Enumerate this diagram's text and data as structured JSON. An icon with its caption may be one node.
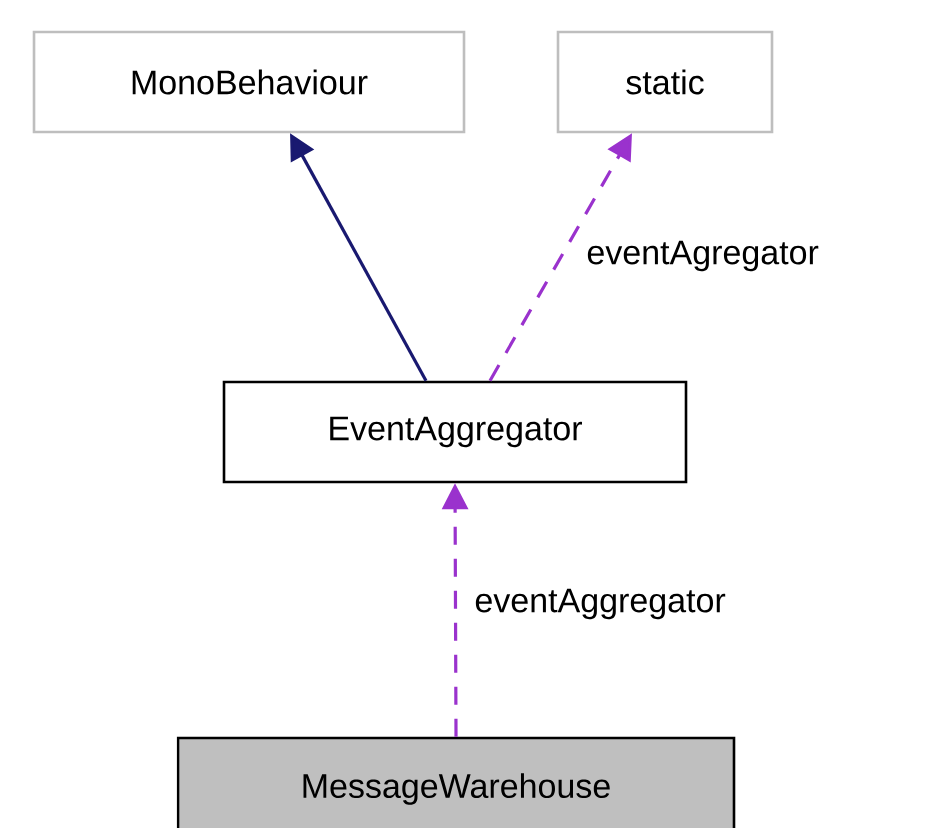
{
  "diagram": {
    "nodes": [
      {
        "text": [
          "MonoBehaviour"
        ]
      },
      {
        "text": [
          "static"
        ]
      },
      {
        "text": [
          "EventAggregator"
        ]
      },
      {
        "text": [
          "MessageWarehouse"
        ]
      }
    ],
    "edges": [
      {
        "from": 2,
        "to": 0,
        "arrow": "to",
        "color": "#191970"
      },
      {
        "from": 2,
        "to": 1,
        "arrow": "to",
        "style": "dashed",
        "color": "#9a32cd",
        "label": "eventAgregator"
      },
      {
        "from": 3,
        "to": 2,
        "arrow": "to",
        "style": "dashed",
        "color": "#9a32cd",
        "label": "eventAggregator"
      }
    ]
  }
}
